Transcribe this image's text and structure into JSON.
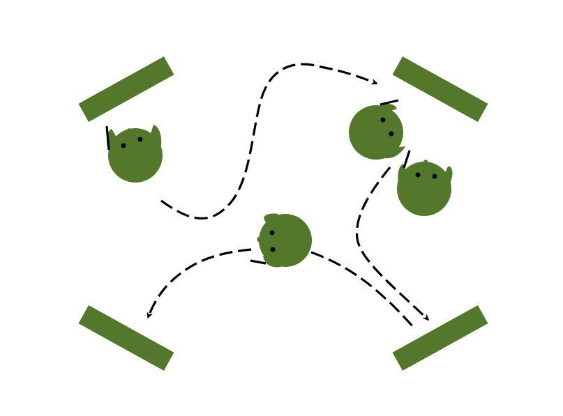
{
  "colors": {
    "figure": "#53772b",
    "path": "#000000",
    "background": "#ffffff"
  },
  "elements": {
    "bars": [
      "bar",
      "bar",
      "bar",
      "bar"
    ],
    "figures": [
      "figure",
      "figure",
      "figure",
      "figure"
    ],
    "paths": [
      "dashed-arrow",
      "dashed-arrow",
      "dashed-arrow",
      "dashed-arrow"
    ]
  }
}
